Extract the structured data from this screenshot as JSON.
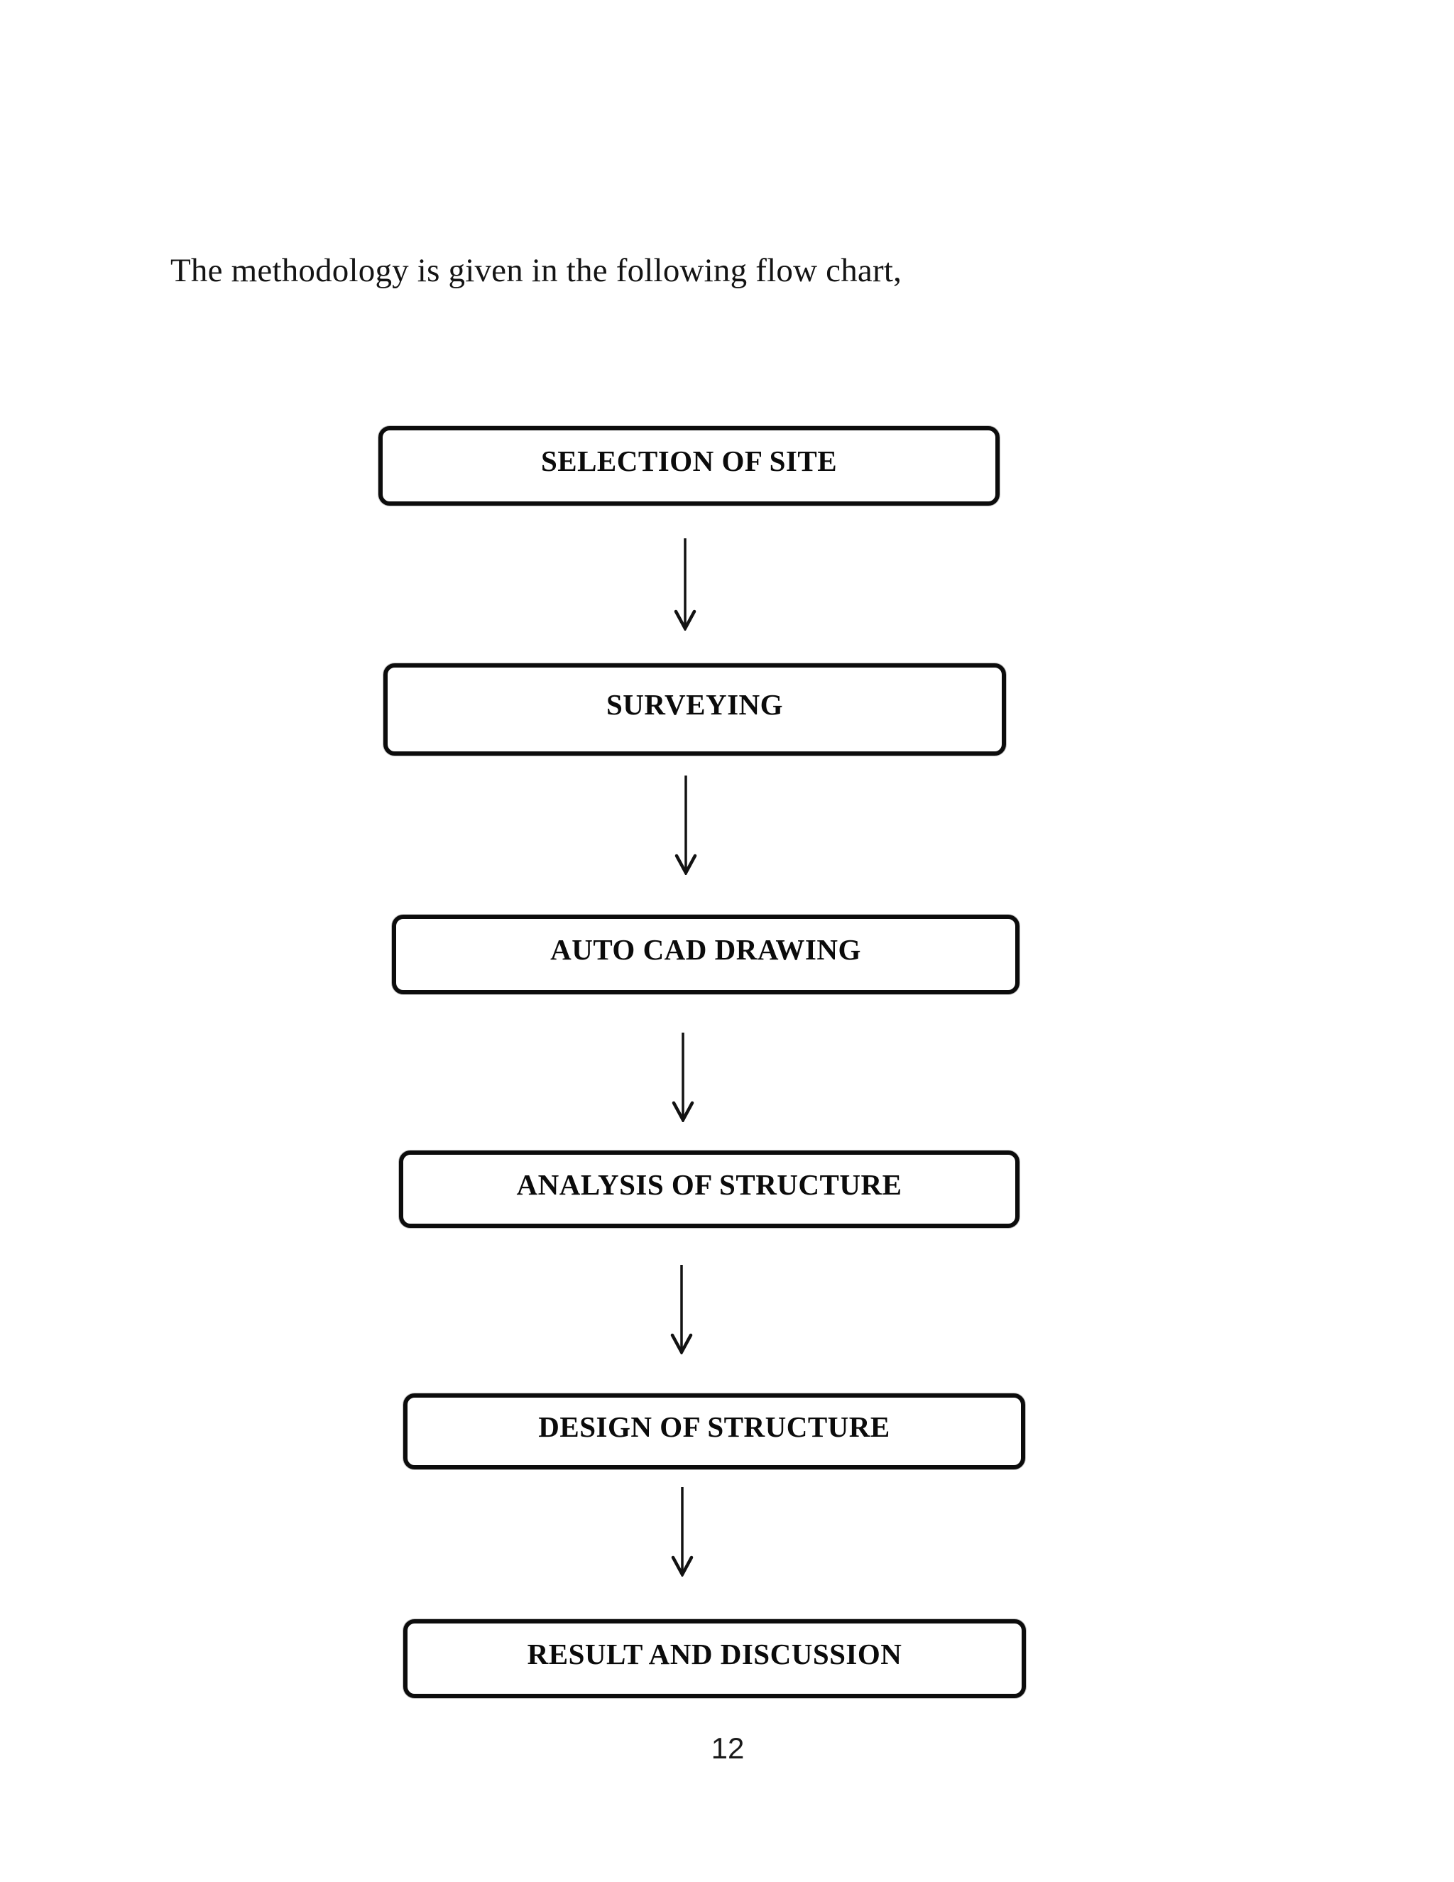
{
  "document": {
    "intro_text": "The methodology is given in the following flow chart,",
    "page_number": "12"
  },
  "flowchart": {
    "type": "flowchart",
    "direction": "top-down",
    "connector": "arrow-down",
    "colors": {
      "ink": "#0c0c0c",
      "background": "#ffffff"
    },
    "steps": [
      {
        "label": "SELECTION OF SITE"
      },
      {
        "label": "SURVEYING"
      },
      {
        "label": "AUTO CAD DRAWING"
      },
      {
        "label": "ANALYSIS OF STRUCTURE"
      },
      {
        "label": "DESIGN OF STRUCTURE"
      },
      {
        "label": "RESULT AND DISCUSSION"
      }
    ]
  }
}
